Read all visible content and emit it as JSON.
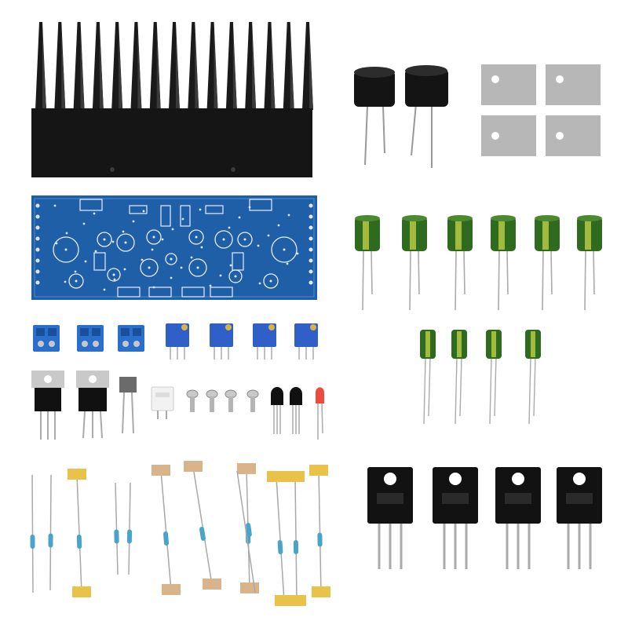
{
  "scene": {
    "background": "#ffffff",
    "pcb_color": "#1f5fa8",
    "heatsink_color": "#151515",
    "terminal_color": "#2a6fcc",
    "trimmer_color": "#2f5fc7",
    "cap_green": "#2f6b1e",
    "cap_black": "#141414",
    "pad_color": "#b7b7b7",
    "resistor_body": "#4aa3c9",
    "tape_yellow": "#e9c24a",
    "tape_tan": "#d9b48a"
  },
  "component_groups": [
    {
      "name": "heatsink",
      "count": 1
    },
    {
      "name": "electrolytic-capacitor-black-large",
      "count": 2
    },
    {
      "name": "silicone-insulator-pad",
      "count": 4
    },
    {
      "name": "pcb-board",
      "count": 1
    },
    {
      "name": "electrolytic-capacitor-green",
      "count": 6
    },
    {
      "name": "electrolytic-capacitor-green-small",
      "count": 4
    },
    {
      "name": "screw-terminal-block",
      "count": 3
    },
    {
      "name": "trimmer-potentiometer",
      "count": 4
    },
    {
      "name": "to220-transistor",
      "count": 2
    },
    {
      "name": "film-capacitor",
      "count": 1
    },
    {
      "name": "connector-header",
      "count": 1
    },
    {
      "name": "screw",
      "count": 4
    },
    {
      "name": "to92-transistor",
      "count": 2
    },
    {
      "name": "led-red",
      "count": 1
    },
    {
      "name": "resistor",
      "count": 12
    },
    {
      "name": "to264-power-transistor",
      "count": 4
    }
  ]
}
